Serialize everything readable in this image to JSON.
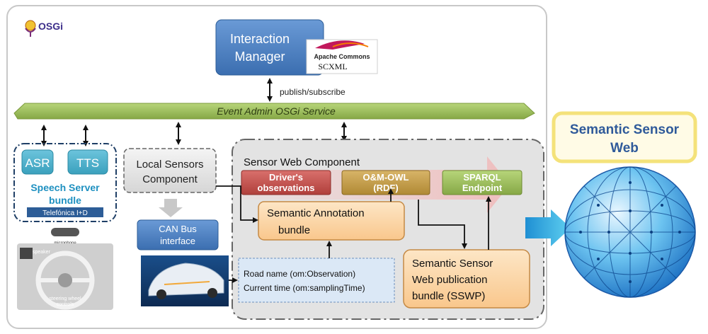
{
  "logo": {
    "text": "OSGi"
  },
  "interaction_manager": {
    "line1": "Interaction",
    "line2": "Manager"
  },
  "apache": {
    "title": "Apache Commons",
    "sub": "SCXML"
  },
  "pubsub_label": "publish/subscribe",
  "event_admin": "Event Admin OSGi Service",
  "asr": "ASR",
  "tts": "TTS",
  "speech_server": {
    "line1": "Speech Server",
    "line2": "bundle"
  },
  "telefonica": "Telefónica I+D",
  "local_sensors": {
    "line1": "Local Sensors",
    "line2": "Component"
  },
  "can_bus": {
    "line1": "CAN Bus",
    "line2": "interface"
  },
  "car_labels": {
    "speaker": "speaker",
    "microphone": "microphone",
    "controls_line1": "steering wheel",
    "controls_line2": "controls"
  },
  "sensor_web_title": "Sensor Web Component",
  "drivers_obs": {
    "line1": "Driver's",
    "line2": "observations"
  },
  "om_owl": {
    "line1": "O&M-OWL",
    "line2": "(RDF)"
  },
  "sparql": {
    "line1": "SPARQL",
    "line2": "Endpoint"
  },
  "semantic_annotation": {
    "line1": "Semantic Annotation",
    "line2": "bundle"
  },
  "road_info": {
    "line1": "Road name (om:Observation)",
    "line2": "Current time (om:samplingTime)"
  },
  "sswp": {
    "line1": "Semantic Sensor",
    "line2": "Web publication",
    "line3": "bundle (SSWP)"
  },
  "ssw": {
    "line1": "Semantic Sensor",
    "line2": "Web"
  },
  "colors": {
    "blue": "#4b7fc1",
    "teal": "#4bacc6",
    "green": "#9bbb59",
    "red": "#c0504d",
    "gold": "#c6a04a",
    "peach": "#fcd5a8",
    "title_blue": "#2f5a9a"
  }
}
